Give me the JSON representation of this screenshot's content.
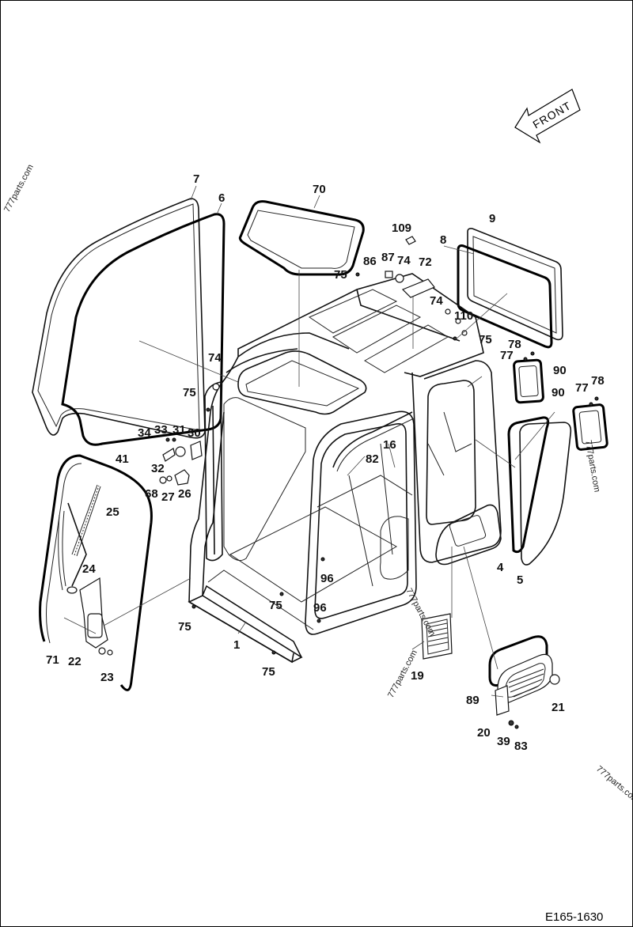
{
  "drawing_code": "E165-1630",
  "front_label": "FRONT",
  "watermarks": [
    "777parts.com",
    "777parts.com",
    "777parts.com",
    "777parts.com",
    "777parts.com"
  ],
  "callouts": [
    {
      "id": "c7",
      "text": "7"
    },
    {
      "id": "c6",
      "text": "6"
    },
    {
      "id": "c70",
      "text": "70"
    },
    {
      "id": "c109",
      "text": "109"
    },
    {
      "id": "c86",
      "text": "86"
    },
    {
      "id": "c87",
      "text": "87"
    },
    {
      "id": "c74a",
      "text": "74"
    },
    {
      "id": "c72",
      "text": "72"
    },
    {
      "id": "c75a",
      "text": "75"
    },
    {
      "id": "c9",
      "text": "9"
    },
    {
      "id": "c8",
      "text": "8"
    },
    {
      "id": "c74b",
      "text": "74"
    },
    {
      "id": "c110",
      "text": "110"
    },
    {
      "id": "c75b",
      "text": "75"
    },
    {
      "id": "c78a",
      "text": "78"
    },
    {
      "id": "c77a",
      "text": "77"
    },
    {
      "id": "c90a",
      "text": "90"
    },
    {
      "id": "c77b",
      "text": "77"
    },
    {
      "id": "c78b",
      "text": "78"
    },
    {
      "id": "c90b",
      "text": "90"
    },
    {
      "id": "c74c",
      "text": "74"
    },
    {
      "id": "c75c",
      "text": "75"
    },
    {
      "id": "c34",
      "text": "34"
    },
    {
      "id": "c33",
      "text": "33"
    },
    {
      "id": "c31",
      "text": "31"
    },
    {
      "id": "c30",
      "text": "30"
    },
    {
      "id": "c32",
      "text": "32"
    },
    {
      "id": "c68",
      "text": "68"
    },
    {
      "id": "c27",
      "text": "27"
    },
    {
      "id": "c26",
      "text": "26"
    },
    {
      "id": "c41",
      "text": "41"
    },
    {
      "id": "c25",
      "text": "25"
    },
    {
      "id": "c24",
      "text": "24"
    },
    {
      "id": "c71",
      "text": "71"
    },
    {
      "id": "c22",
      "text": "22"
    },
    {
      "id": "c23",
      "text": "23"
    },
    {
      "id": "c16",
      "text": "16"
    },
    {
      "id": "c82",
      "text": "82"
    },
    {
      "id": "c96a",
      "text": "96"
    },
    {
      "id": "c75d",
      "text": "75"
    },
    {
      "id": "c96b",
      "text": "96"
    },
    {
      "id": "c75e",
      "text": "75"
    },
    {
      "id": "c1",
      "text": "1"
    },
    {
      "id": "c75f",
      "text": "75"
    },
    {
      "id": "c4",
      "text": "4"
    },
    {
      "id": "c5",
      "text": "5"
    },
    {
      "id": "c19",
      "text": "19"
    },
    {
      "id": "c89",
      "text": "89"
    },
    {
      "id": "c21",
      "text": "21"
    },
    {
      "id": "c20",
      "text": "20"
    },
    {
      "id": "c39",
      "text": "39"
    },
    {
      "id": "c83",
      "text": "83"
    }
  ]
}
